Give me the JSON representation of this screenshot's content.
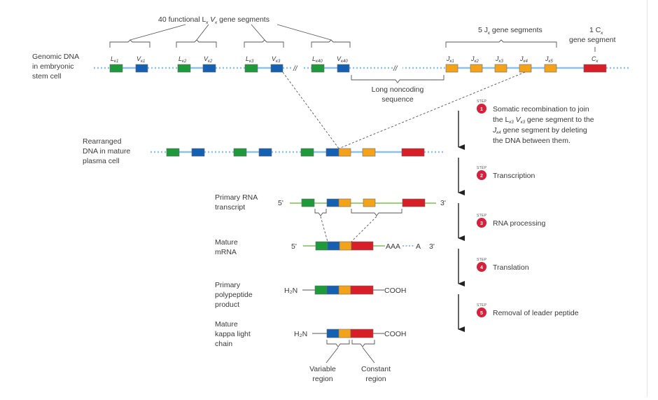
{
  "colors": {
    "leader": "#1e9a3a",
    "variable": "#1560b0",
    "joining": "#f5a21b",
    "constant": "#d81f27",
    "dna_line": "#8fc0e8",
    "rna_line": "#9ad27a",
    "step_badge": "#d81f3c",
    "text": "#3a3a3a"
  },
  "genomic": {
    "label": [
      "Genomic DNA",
      "in embryonic",
      "stem cell"
    ],
    "lv_title": "40 functional L",
    "lv_title_mid": " V",
    "lv_title_end": " gene segments",
    "kappa": "κ",
    "l_segments": [
      "κ1",
      "κ2",
      "κ3",
      "κ40"
    ],
    "v_segments": [
      "κ1",
      "κ2",
      "κ3",
      "κ40"
    ],
    "j_title": "5 J",
    "j_title_end": " gene segments",
    "j_segments": [
      "κ1",
      "κ2",
      "κ3",
      "κ4",
      "κ5"
    ],
    "c_title": [
      "1 C",
      "gene segment"
    ],
    "c_segment": "κ",
    "break_mark": "//",
    "noncoding_label": [
      "Long noncoding",
      "sequence"
    ]
  },
  "rearranged": {
    "label": [
      "Rearranged",
      "DNA in mature",
      "plasma cell"
    ]
  },
  "primary_rna": {
    "label": [
      "Primary RNA",
      "transcript"
    ],
    "five_prime": "5'",
    "three_prime": "3'"
  },
  "mature_mrna": {
    "label": [
      "Mature",
      "mRNA"
    ],
    "five_prime": "5'",
    "poly_a": "AAA",
    "poly_a_end": "A",
    "three_prime": "3'"
  },
  "polypeptide": {
    "label": [
      "Primary",
      "polypeptide",
      "product"
    ],
    "n_terminus": "H₂N",
    "c_terminus": "COOH"
  },
  "light_chain": {
    "label": [
      "Mature",
      "kappa light",
      "chain"
    ],
    "n_terminus": "H₂N",
    "c_terminus": "COOH",
    "variable_label": [
      "Variable",
      "region"
    ],
    "constant_label": [
      "Constant",
      "region"
    ]
  },
  "steps": [
    {
      "word": "STEP",
      "number": "1",
      "text": [
        "Somatic recombination to join",
        "the L",
        " V",
        " gene segment to the",
        "J",
        " gene segment by deleting",
        "the DNA between them."
      ],
      "subs": [
        "κ3",
        "κ3",
        "κ4"
      ]
    },
    {
      "word": "STEP",
      "number": "2",
      "text": [
        "Transcription"
      ]
    },
    {
      "word": "STEP",
      "number": "3",
      "text": [
        "RNA processing"
      ]
    },
    {
      "word": "STEP",
      "number": "4",
      "text": [
        "Translation"
      ]
    },
    {
      "word": "STEP",
      "number": "5",
      "text": [
        "Removal of leader peptide"
      ]
    }
  ]
}
